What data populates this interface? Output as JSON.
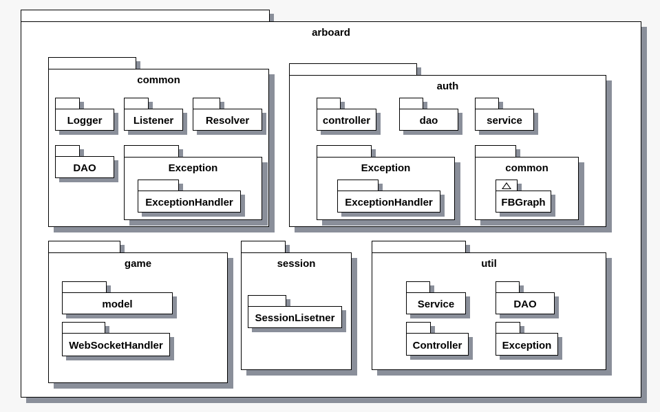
{
  "root": {
    "name": "arboard"
  },
  "packages": {
    "common": {
      "name": "common",
      "children": {
        "logger": "Logger",
        "listener": "Listener",
        "resolver": "Resolver",
        "dao": "DAO",
        "exception": {
          "name": "Exception",
          "handler": "ExceptionHandler"
        }
      }
    },
    "auth": {
      "name": "auth",
      "children": {
        "controller": "controller",
        "dao": "dao",
        "service": "service",
        "exception": {
          "name": "Exception",
          "handler": "ExceptionHandler"
        },
        "common": {
          "name": "common",
          "fbgraph": "FBGraph"
        }
      }
    },
    "game": {
      "name": "game",
      "children": {
        "model": "model",
        "websocket": "WebSocketHandler"
      }
    },
    "session": {
      "name": "session",
      "children": {
        "listener": "SessionLisetner"
      }
    },
    "util": {
      "name": "util",
      "children": {
        "service": "Service",
        "dao": "DAO",
        "controller": "Controller",
        "exception": "Exception"
      }
    }
  }
}
